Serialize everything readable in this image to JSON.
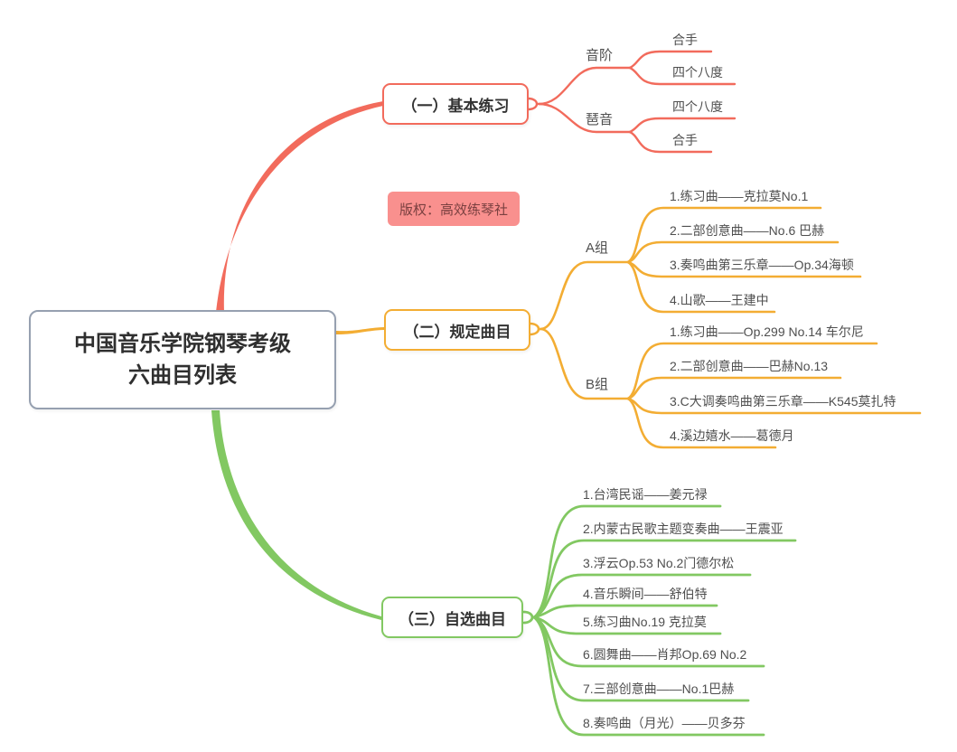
{
  "canvas": {
    "background": "#ffffff"
  },
  "colors": {
    "branch1_red": "#F26B5C",
    "branch2_yellow": "#F3AD33",
    "branch3_green": "#82C862",
    "center_border": "#96A0B0",
    "label_bg": "#F9908E",
    "label_text": "#7A4040",
    "text_dark": "#2F2F2F",
    "text_gray": "#4F4F4F"
  },
  "center": {
    "line1": "中国音乐学院钢琴考级",
    "line2": "六曲目列表"
  },
  "watermark": "版权：高效练琴社",
  "branches": [
    {
      "label": "（一）基本练习",
      "children": [
        {
          "label": "音阶",
          "children": [
            {
              "label": "合手"
            },
            {
              "label": "四个八度"
            }
          ]
        },
        {
          "label": "琶音",
          "children": [
            {
              "label": "四个八度"
            },
            {
              "label": "合手"
            }
          ]
        }
      ]
    },
    {
      "label": "（二）规定曲目",
      "children": [
        {
          "label": "A组",
          "children": [
            {
              "label": "1.练习曲——克拉莫No.1"
            },
            {
              "label": "2.二部创意曲——No.6 巴赫"
            },
            {
              "label": "3.奏鸣曲第三乐章——Op.34海顿"
            },
            {
              "label": "4.山歌——王建中"
            }
          ]
        },
        {
          "label": "B组",
          "children": [
            {
              "label": "1.练习曲——Op.299 No.14 车尔尼"
            },
            {
              "label": "2.二部创意曲——巴赫No.13"
            },
            {
              "label": "3.C大调奏鸣曲第三乐章——K545莫扎特"
            },
            {
              "label": "4.溪边嬉水——葛德月"
            }
          ]
        }
      ]
    },
    {
      "label": "（三）自选曲目",
      "children": [
        {
          "label": "1.台湾民谣——姜元禄"
        },
        {
          "label": "2.内蒙古民歌主题变奏曲——王震亚"
        },
        {
          "label": "3.浮云Op.53 No.2门德尔松"
        },
        {
          "label": "4.音乐瞬间——舒伯特"
        },
        {
          "label": "5.练习曲No.19 克拉莫"
        },
        {
          "label": "6.圆舞曲——肖邦Op.69 No.2"
        },
        {
          "label": "7.三部创意曲——No.1巴赫"
        },
        {
          "label": "8.奏鸣曲（月光）——贝多芬"
        }
      ]
    }
  ]
}
